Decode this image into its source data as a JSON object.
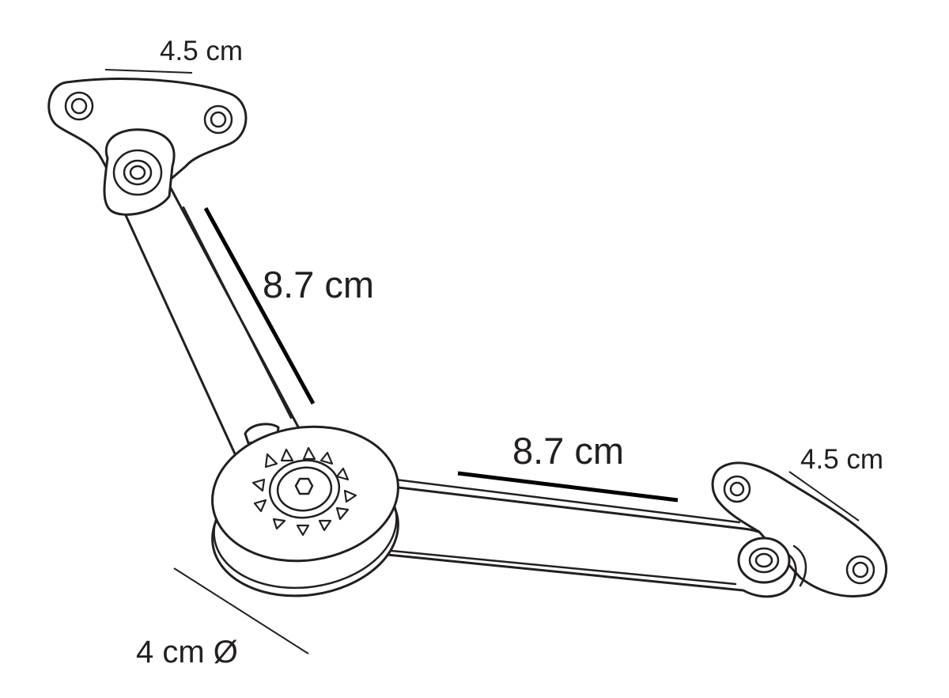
{
  "dimensions": {
    "top_plate_width": "4.5 cm",
    "upper_arm_length": "8.7 cm",
    "lower_arm_length": "8.7 cm",
    "right_plate_width": "4.5 cm",
    "hub_diameter": "4 cm Ø"
  },
  "colors": {
    "line": "#231f20",
    "background": "#ffffff"
  }
}
